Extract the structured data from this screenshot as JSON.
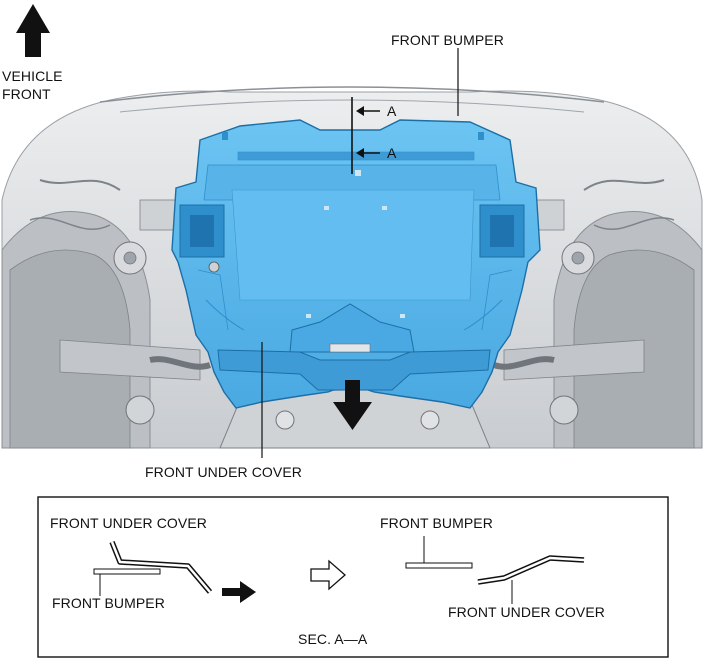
{
  "labels": {
    "vehicle_front_line1": "VEHICLE",
    "vehicle_front_line2": "FRONT",
    "front_bumper": "FRONT BUMPER",
    "section_marker_top": "A",
    "section_marker_bottom": "A",
    "front_under_cover": "FRONT UNDER COVER"
  },
  "section_box": {
    "before_under_cover": "FRONT UNDER COVER",
    "before_bumper": "FRONT BUMPER",
    "after_bumper": "FRONT BUMPER",
    "after_under_cover": "FRONT UNDER COVER",
    "section_title": "SEC. A—A"
  },
  "colors": {
    "cover_fill": "#5cb8ec",
    "cover_dark": "#2f8fcc",
    "cover_edge": "#1c6fa6",
    "engine_bay_gray": "#d4d7da",
    "line": "#111111"
  }
}
